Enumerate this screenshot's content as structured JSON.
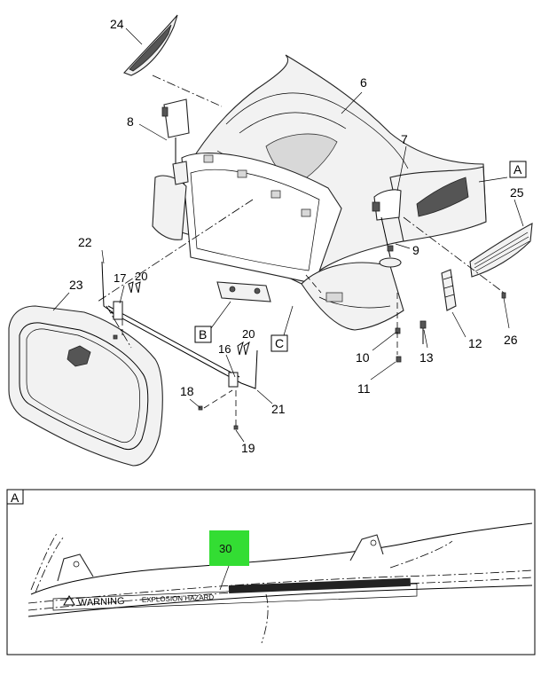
{
  "callouts": {
    "n24": "24",
    "n6": "6",
    "n8": "8",
    "n7": "7",
    "nA": "A",
    "n25": "25",
    "n9": "9",
    "n22": "22",
    "n23": "23",
    "n17": "17",
    "n20a": "20",
    "n16": "16",
    "n20b": "20",
    "nB": "B",
    "nC": "C",
    "n10": "10",
    "n13": "13",
    "n12": "12",
    "n26": "26",
    "n18": "18",
    "n21": "21",
    "n11": "11",
    "n19": "19"
  },
  "detail": {
    "label": "A",
    "callout": "30",
    "highlight_color": "#33dd33",
    "warning_word": "WARNING",
    "hazard_text": "EXPLOSION HAZARD"
  }
}
